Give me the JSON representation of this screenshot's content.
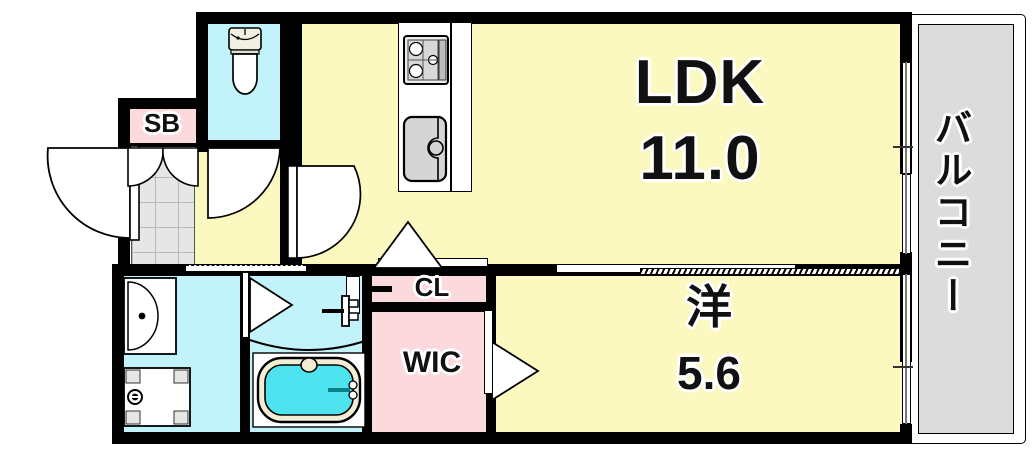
{
  "plan": {
    "title": "Apartment Floor Plan",
    "unit_area_note": "",
    "colors": {
      "wall": "#000000",
      "living_fill": "#fbf8c0",
      "wet_fill": "#c2f3fb",
      "closet_fill": "#fbd9dd",
      "balcony_fill": "#dcdcdc",
      "entry_tile": "#e6e6e6"
    }
  },
  "rooms": [
    {
      "key": "ldk",
      "name": "LDK",
      "area": "11.0",
      "type": "living-dining-kitchen"
    },
    {
      "key": "western",
      "name": "洋",
      "area": "5.6",
      "type": "western-style-room"
    },
    {
      "key": "wic",
      "name": "WIC",
      "area": "",
      "type": "walk-in-closet"
    },
    {
      "key": "cl",
      "name": "CL",
      "area": "",
      "type": "closet"
    },
    {
      "key": "sb",
      "name": "SB",
      "area": "",
      "type": "shoe-box"
    },
    {
      "key": "balcony",
      "name": "バルコニー",
      "area": "",
      "type": "balcony"
    }
  ],
  "labels": {
    "ldk_name": "LDK",
    "ldk_area": "11.0",
    "western_name": "洋",
    "western_area": "5.6",
    "wic": "WIC",
    "cl": "CL",
    "sb": "SB",
    "balcony": "バルコニー"
  },
  "fixtures": [
    {
      "name": "gas-stove",
      "detail": "three-burner cooktop"
    },
    {
      "name": "kitchen-sink",
      "detail": "single basin sink"
    },
    {
      "name": "toilet",
      "detail": "western toilet with tank"
    },
    {
      "name": "washbasin",
      "detail": "vanity wash basin"
    },
    {
      "name": "washing-machine-pan",
      "detail": "laundry pan with drain"
    },
    {
      "name": "bathtub",
      "detail": "unit bath tub"
    },
    {
      "name": "shower-faucet",
      "detail": "shower mixer tap"
    },
    {
      "name": "bathroom-mirror",
      "detail": "wall mirror"
    },
    {
      "name": "entrance-door",
      "detail": "outward swing entry door"
    },
    {
      "name": "balcony-sliding-door",
      "detail": "sliding glass doors"
    }
  ]
}
